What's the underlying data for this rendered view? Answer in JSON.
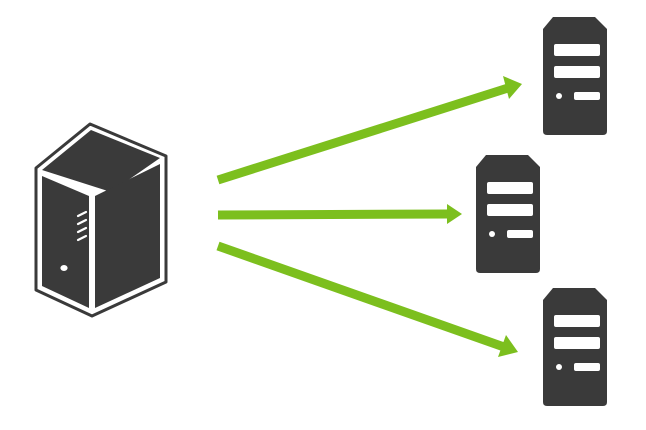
{
  "diagram": {
    "source_node": {
      "icon": "server-tower-icon"
    },
    "target_nodes": [
      {
        "icon": "desktop-tower-icon"
      },
      {
        "icon": "desktop-tower-icon"
      },
      {
        "icon": "desktop-tower-icon"
      }
    ],
    "connections": [
      {
        "from": "source",
        "to": 0
      },
      {
        "from": "source",
        "to": 1
      },
      {
        "from": "source",
        "to": 2
      }
    ]
  },
  "colors": {
    "background": "#ffffff",
    "device_fill": "#3a3a3a",
    "device_detail": "#ffffff",
    "arrow": "#7cbf1e"
  }
}
